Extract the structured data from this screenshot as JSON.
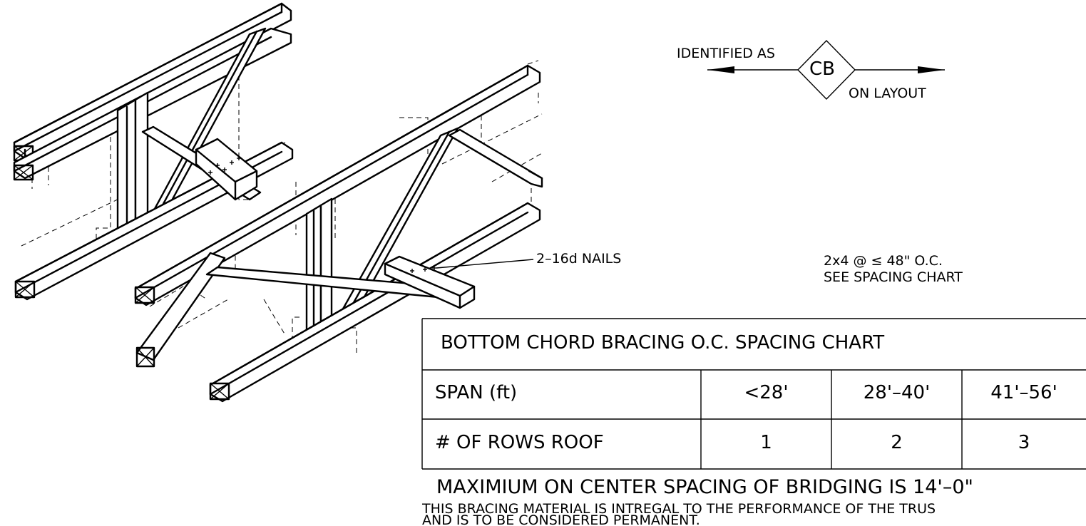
{
  "symbol": {
    "left_label": "IDENTIFIED AS",
    "code": "CB",
    "right_label": "ON LAYOUT"
  },
  "callouts": {
    "nails": "2–16d NAILS",
    "spacing_line1": "2x4 @ ≤ 48\" O.C.",
    "spacing_line2": "SEE SPACING CHART"
  },
  "chart": {
    "title": "BOTTOM CHORD BRACING O.C. SPACING CHART",
    "rows": [
      {
        "label": "SPAN (ft)",
        "values": [
          "<28'",
          "28'–40'",
          "41'–56'"
        ]
      },
      {
        "label": "# OF ROWS ROOF",
        "values": [
          "1",
          "2",
          "3"
        ]
      }
    ]
  },
  "footer": {
    "max_spacing": "MAXIMIUM ON CENTER SPACING OF BRIDGING IS 14'–0\"",
    "note_line1": "THIS BRACING MATERIAL IS INTREGAL TO THE PERFORMANCE OF THE TRUS",
    "note_line2": "AND IS TO BE CONSIDERED PERMANENT."
  }
}
